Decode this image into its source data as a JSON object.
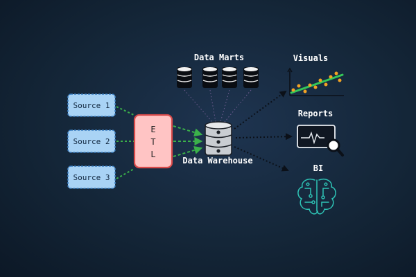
{
  "diagram": {
    "sources": [
      "Source 1",
      "Source 2",
      "Source 3"
    ],
    "etl_letters": [
      "E",
      "T",
      "L"
    ],
    "data_marts_label": "Data Marts",
    "warehouse_label": "Data Warehouse",
    "outputs": {
      "visuals": "Visuals",
      "reports": "Reports",
      "bi": "BI"
    }
  },
  "colors": {
    "source_fill": "#a9d3f5",
    "source_stroke": "#3a7fc4",
    "etl_fill": "#ffc4c4",
    "etl_stroke": "#d94a4a",
    "arrow_green": "#3bb14a",
    "line_green": "#34c759",
    "dot_orange": "#f2a324",
    "teal": "#2ec4b6",
    "text": "#ffffff"
  }
}
